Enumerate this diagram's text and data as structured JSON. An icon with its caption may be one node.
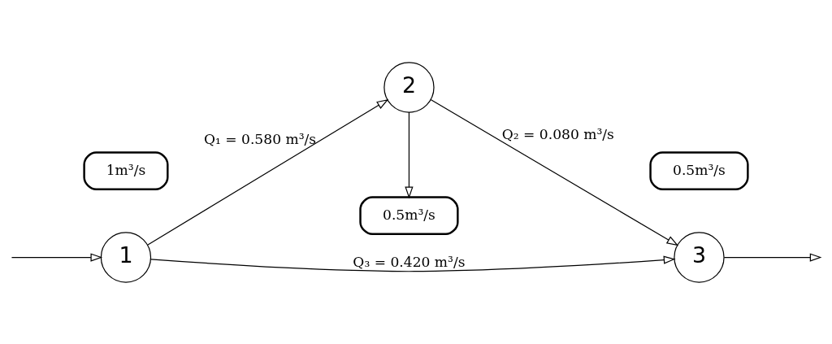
{
  "diagram": {
    "nodes": [
      {
        "text": [
          "2"
        ]
      },
      {
        "text": [
          "0.5m³/s"
        ]
      },
      {
        "text": [
          "1"
        ]
      },
      {
        "text": [
          "1m³/s"
        ]
      },
      {
        "text": [
          "3"
        ]
      },
      {
        "text": [
          "0.5m³/s"
        ]
      }
    ],
    "edges": [
      {
        "from": 2,
        "to": 0,
        "arrow": "to",
        "label": "Q₁ = 0.580 m³/s"
      },
      {
        "from": 0,
        "to": 4,
        "arrow": "to",
        "label": "Q₂ = 0.080 m³/s"
      },
      {
        "from": 2,
        "to": 4,
        "arrow": "to",
        "label": "Q₃ = 0.420 m³/s"
      },
      {
        "from": 0,
        "to": 1,
        "arrow": "to"
      },
      {
        "from": null,
        "to": 2,
        "arrow": "to"
      },
      {
        "from": 4,
        "to": null,
        "arrow": "to"
      }
    ]
  }
}
